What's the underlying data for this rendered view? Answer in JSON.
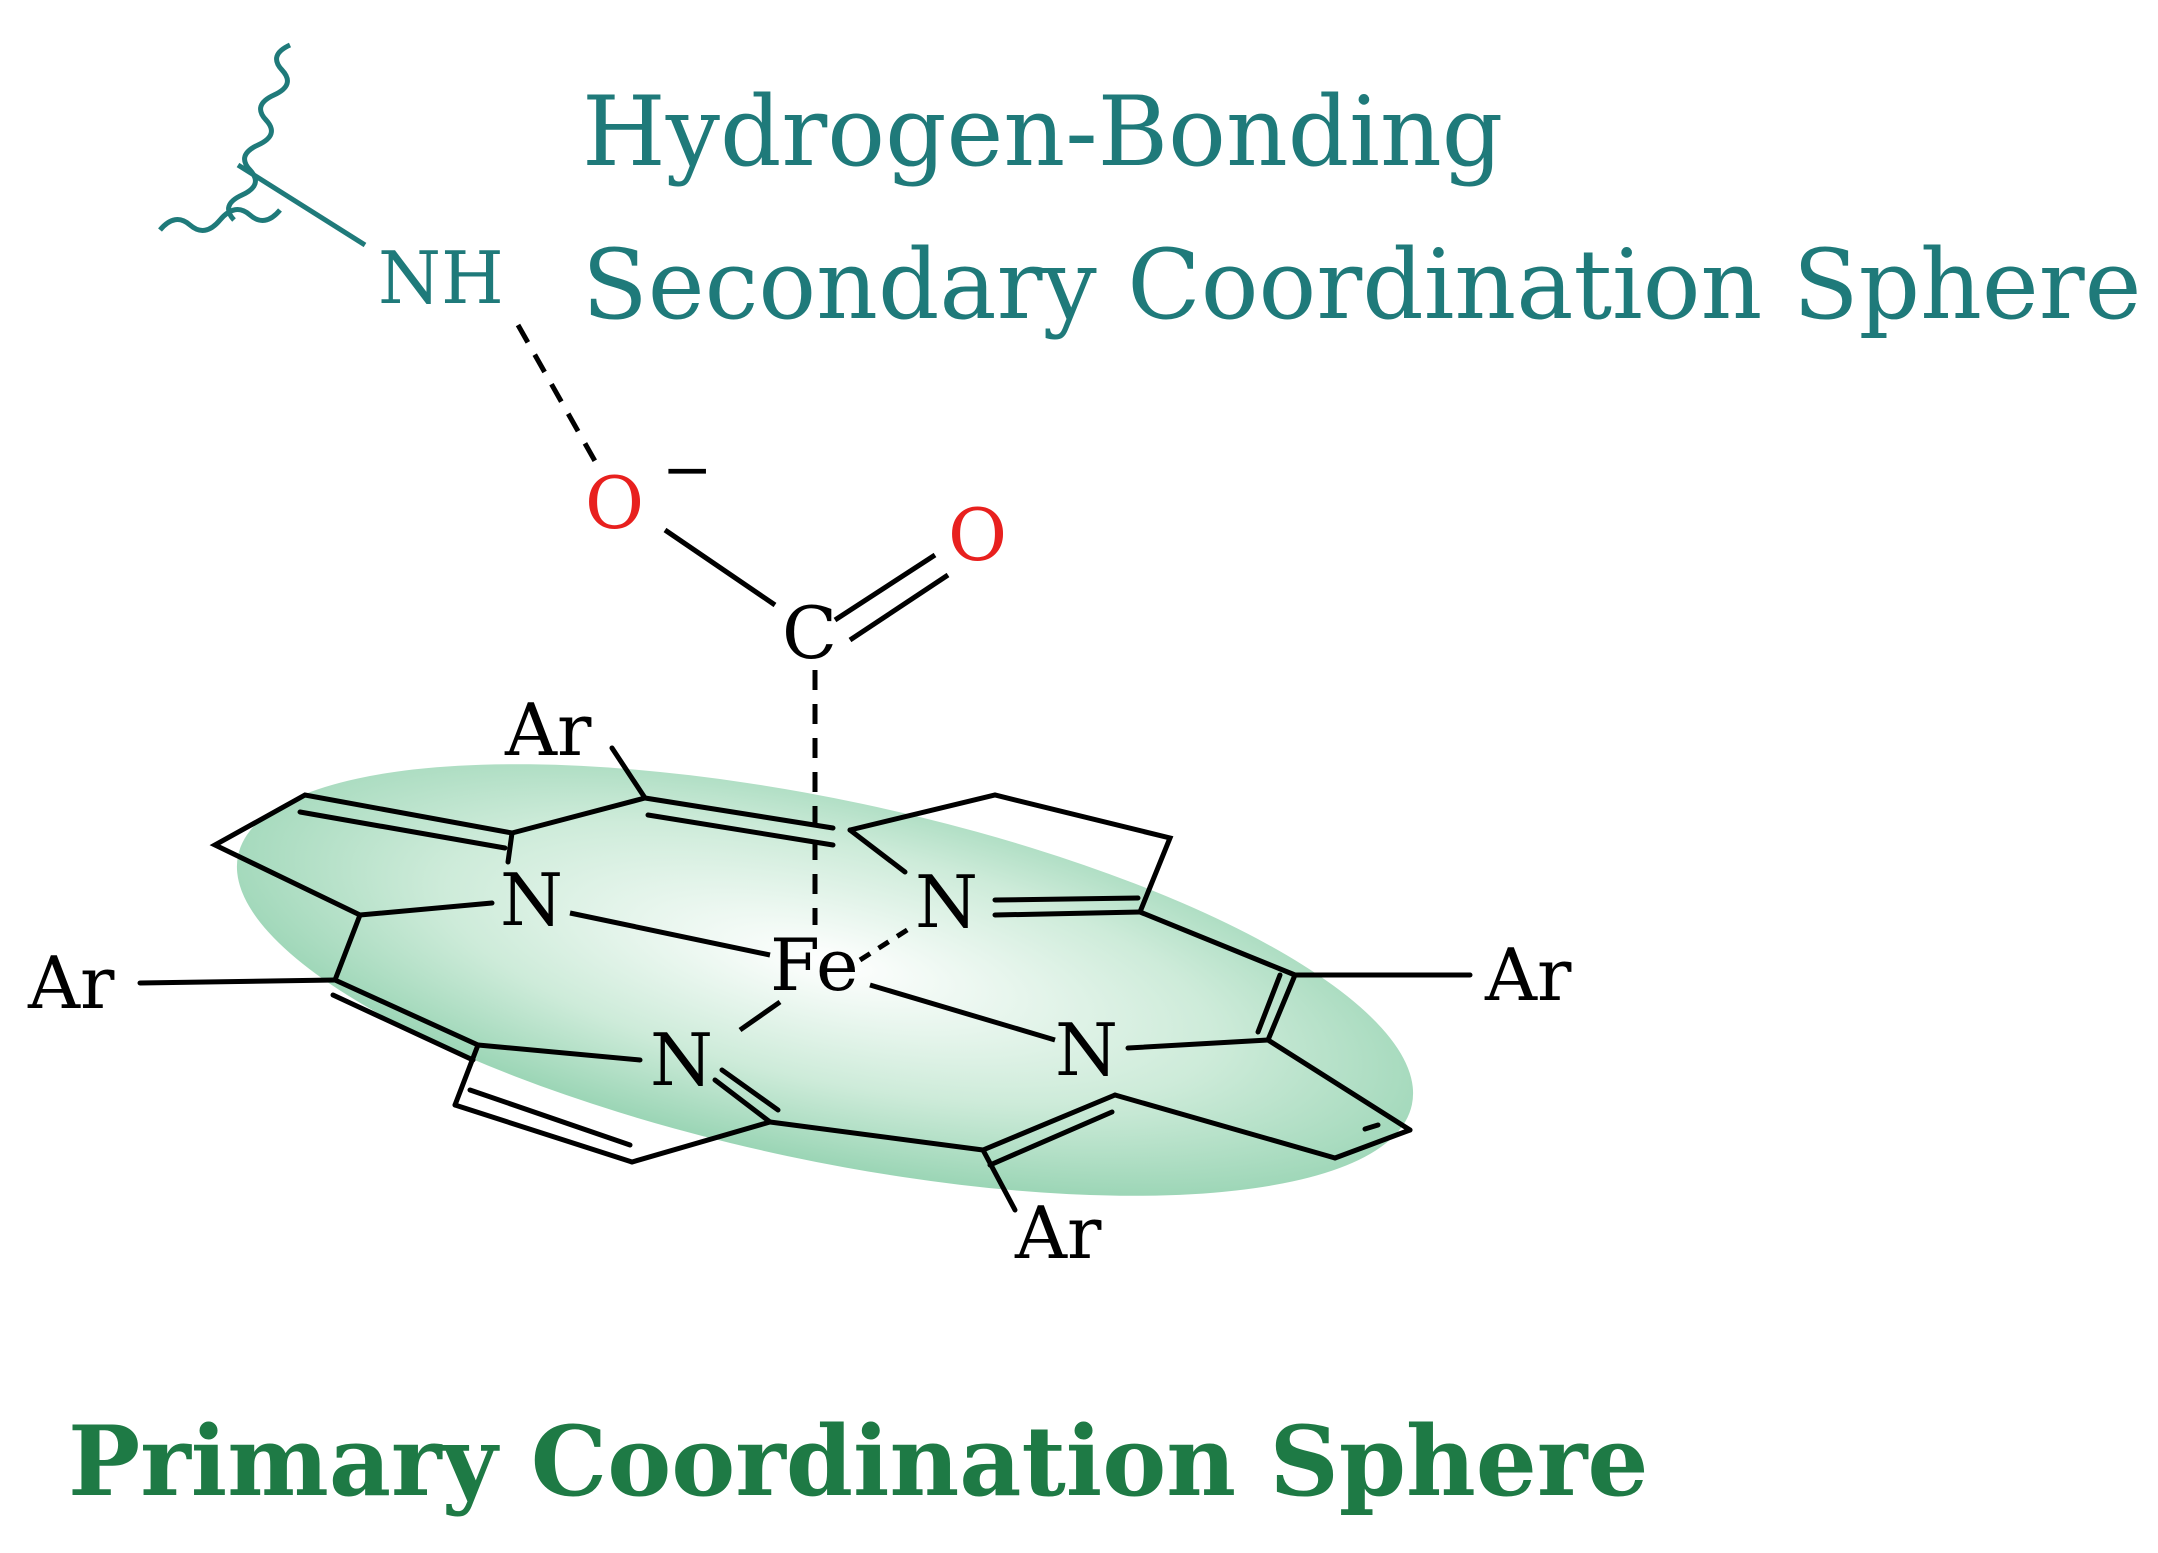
{
  "colors": {
    "secondary_text": "#1f7a7a",
    "primary_text": "#1e7a45",
    "oxygen": "#e8201e",
    "bonds": "#000000",
    "disk_fill": "#8fd0ad"
  },
  "captions": {
    "secondary_line1": "Hydrogen-Bonding",
    "secondary_line2": "Secondary Coordination Sphere",
    "primary": "Primary Coordination Sphere"
  },
  "atoms": {
    "nh": "NH",
    "o_anion": "O",
    "o_anion_charge": "−",
    "o_carbonyl": "O",
    "carbon": "C",
    "iron": "Fe",
    "n_upper_left": "N",
    "n_upper_right": "N",
    "n_lower_left": "N",
    "n_lower_right": "N",
    "ar_top": "Ar",
    "ar_left": "Ar",
    "ar_right": "Ar",
    "ar_bottom": "Ar"
  }
}
